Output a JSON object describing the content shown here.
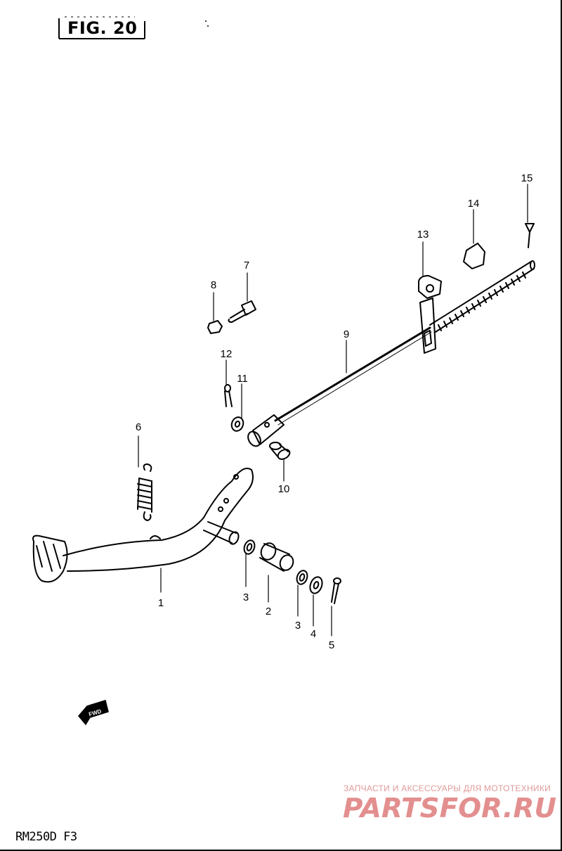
{
  "figure": {
    "title": "FIG. 20"
  },
  "model": {
    "code": "RM250D  F3"
  },
  "direction_marker": {
    "label": "FWD"
  },
  "callouts": [
    "1",
    "2",
    "3",
    "3",
    "4",
    "5",
    "6",
    "7",
    "8",
    "9",
    "10",
    "11",
    "12",
    "13",
    "14",
    "15"
  ],
  "watermark": {
    "caption": "ЗАПЧАСТИ И АКСЕССУАРЫ ДЛЯ МОТОТЕХНИКИ",
    "logo": "PARTSFOR.RU",
    "color": "#e38f8f"
  }
}
